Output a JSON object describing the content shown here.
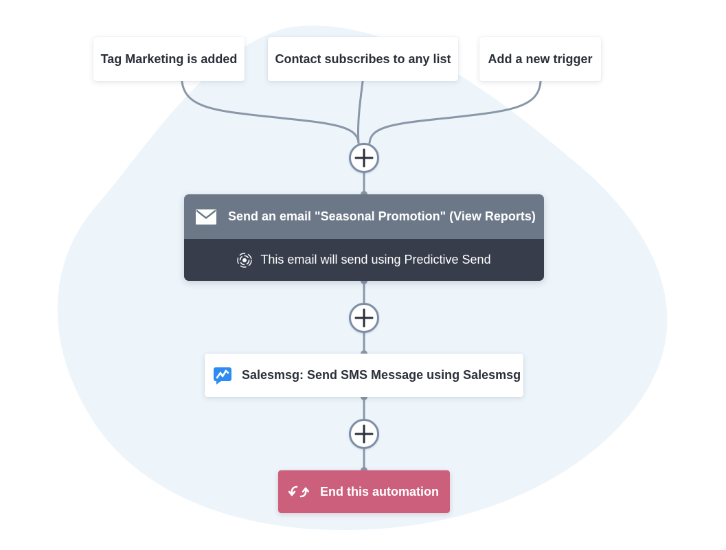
{
  "triggers": [
    {
      "label": "Tag Marketing is added"
    },
    {
      "label": "Contact subscribes to any list"
    },
    {
      "label": "Add a new trigger"
    }
  ],
  "email_action": {
    "icon": "envelope-icon",
    "title": "Send an email \"Seasonal Promotion\" (View Reports)",
    "subtitle_icon": "predictive-send-icon",
    "subtitle": "This email will send using Predictive Send"
  },
  "sms_action": {
    "icon": "salesmsg-icon",
    "title": "Salesmsg: Send SMS Message using Salesmsg"
  },
  "end_action": {
    "icon": "refresh-arrows-icon",
    "title": "End this automation"
  },
  "add_step_buttons": [
    {
      "icon": "plus-icon"
    },
    {
      "icon": "plus-icon"
    },
    {
      "icon": "plus-icon"
    }
  ],
  "colors": {
    "background_blob": "#edf5fb",
    "connector": "#8a97a8",
    "email_header": "#6c7888",
    "email_footer": "#373d4b",
    "end_action": "#cc5f7b",
    "salesmsg_blue": "#2e8cf0"
  }
}
